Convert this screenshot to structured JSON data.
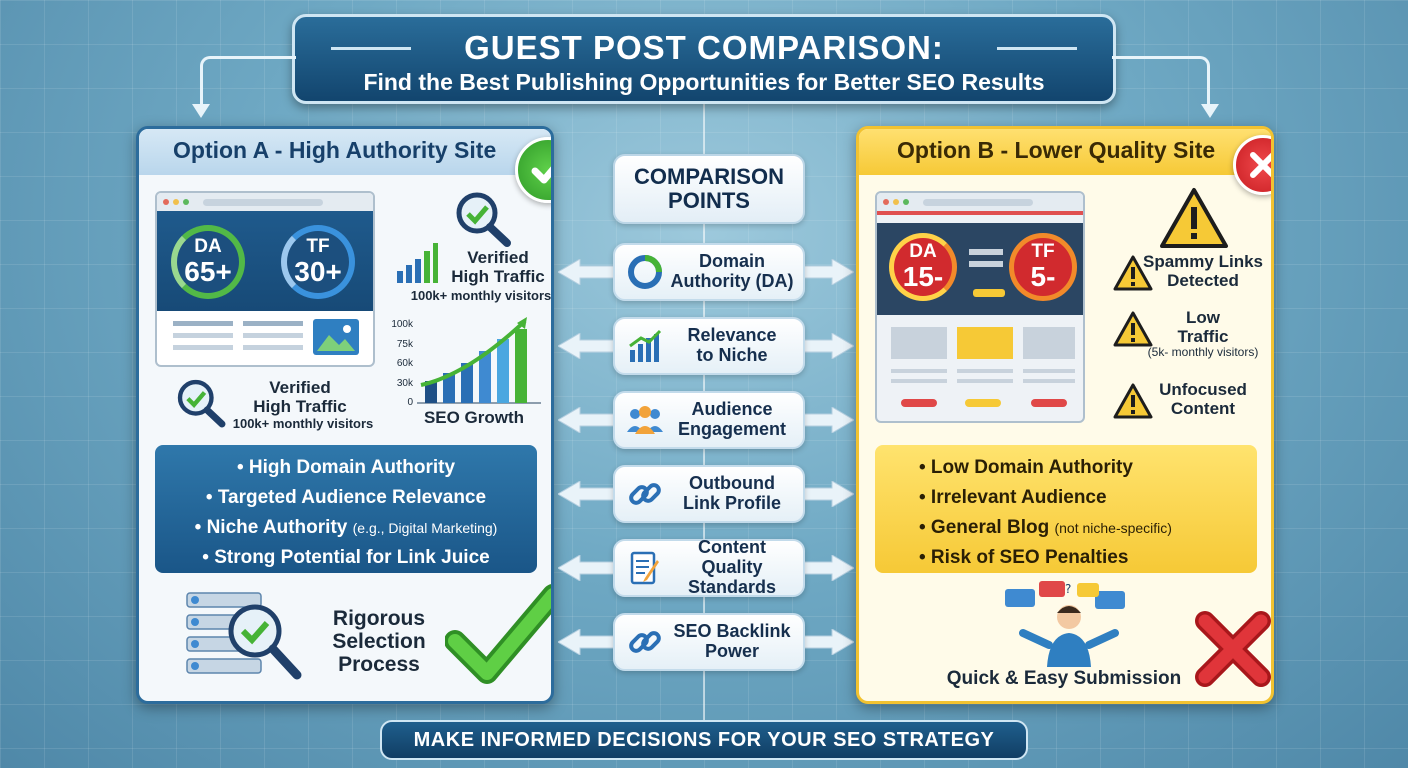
{
  "title": {
    "main": "GUEST POST COMPARISON:",
    "sub": "Find the Best Publishing Opportunities for Better SEO Results"
  },
  "option_a": {
    "heading": "Option A - High Authority Site",
    "gauge_da": {
      "label": "DA",
      "value": "65+"
    },
    "gauge_tf": {
      "label": "TF",
      "value": "30+"
    },
    "traffic_top": {
      "line1": "Verified",
      "line2": "High Traffic",
      "line3": "100k+ monthly visitors"
    },
    "traffic_bottom": {
      "line1": "Verified",
      "line2": "High Traffic",
      "line3": "100k+ monthly visitors"
    },
    "growth_chart": {
      "title": "SEO Growth",
      "y_ticks": [
        "100k",
        "75k",
        "60k",
        "30k",
        "0"
      ]
    },
    "bullets": [
      {
        "text": "• High Domain Authority",
        "note": ""
      },
      {
        "text": "• Targeted Audience Relevance",
        "note": ""
      },
      {
        "text": "• Niche Authority",
        "note": "(e.g., Digital Marketing)"
      },
      {
        "text": "• Strong Potential for Link Juice",
        "note": ""
      }
    ],
    "process": {
      "line1": "Rigorous",
      "line2": "Selection",
      "line3": "Process"
    }
  },
  "comparison": {
    "header_line1": "COMPARISON",
    "header_line2": "POINTS",
    "items": [
      {
        "line1": "Domain",
        "line2": "Authority (DA)",
        "icon": "gauge-icon"
      },
      {
        "line1": "Relevance",
        "line2": "to Niche",
        "icon": "bar-chart-icon"
      },
      {
        "line1": "Audience",
        "line2": "Engagement",
        "icon": "people-icon"
      },
      {
        "line1": "Outbound",
        "line2": "Link Profile",
        "icon": "link-icon"
      },
      {
        "line1": "Content Quality",
        "line2": "Standards",
        "icon": "document-icon"
      },
      {
        "line1": "SEO Backlink",
        "line2": "Power",
        "icon": "link-icon"
      }
    ]
  },
  "option_b": {
    "heading": "Option B - Lower Quality Site",
    "gauge_da": {
      "label": "DA",
      "value": "15-"
    },
    "gauge_tf": {
      "label": "TF",
      "value": "5-"
    },
    "warnings": [
      {
        "line1": "Spammy Links",
        "line2": "Detected",
        "line3": ""
      },
      {
        "line1": "Low",
        "line2": "Traffic",
        "line3": "(5k- monthly visitors)"
      },
      {
        "line1": "Unfocused",
        "line2": "Content",
        "line3": ""
      }
    ],
    "bullets": [
      {
        "text": "• Low Domain Authority",
        "note": ""
      },
      {
        "text": "• Irrelevant Audience",
        "note": ""
      },
      {
        "text": "• General Blog",
        "note": "(not niche-specific)"
      },
      {
        "text": "• Risk of SEO Penalties",
        "note": ""
      }
    ],
    "submission": "Quick & Easy Submission"
  },
  "footer": "MAKE INFORMED DECISIONS FOR YOUR SEO STRATEGY",
  "colors": {
    "navy": "#12456e",
    "green": "#46b336",
    "red": "#d9262b",
    "yellow": "#f6c936",
    "blue_bar": "#2a6fb5"
  }
}
